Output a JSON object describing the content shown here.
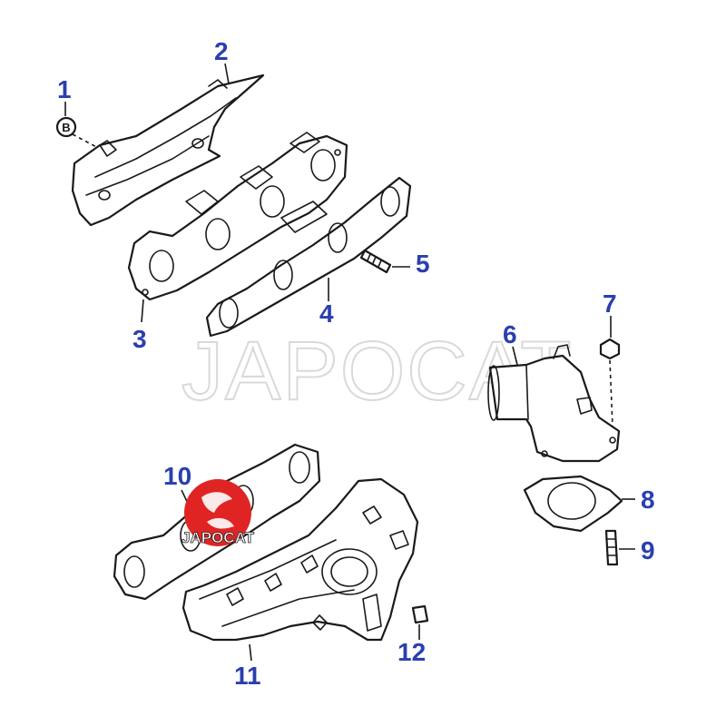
{
  "watermark": {
    "text": "JAPOCAT"
  },
  "logo": {
    "text": "JAPOCAT",
    "color": "#e02424"
  },
  "callouts": [
    {
      "id": "1",
      "label": "1"
    },
    {
      "id": "2",
      "label": "2"
    },
    {
      "id": "3",
      "label": "3"
    },
    {
      "id": "4",
      "label": "4"
    },
    {
      "id": "5",
      "label": "5"
    },
    {
      "id": "6",
      "label": "6"
    },
    {
      "id": "7",
      "label": "7"
    },
    {
      "id": "8",
      "label": "8"
    },
    {
      "id": "9",
      "label": "9"
    },
    {
      "id": "10",
      "label": "10"
    },
    {
      "id": "11",
      "label": "11"
    },
    {
      "id": "12",
      "label": "12"
    }
  ],
  "bolt_marker": {
    "label": "B"
  },
  "colors": {
    "callout": "#2a3fae",
    "line": "#1a1a1a"
  }
}
